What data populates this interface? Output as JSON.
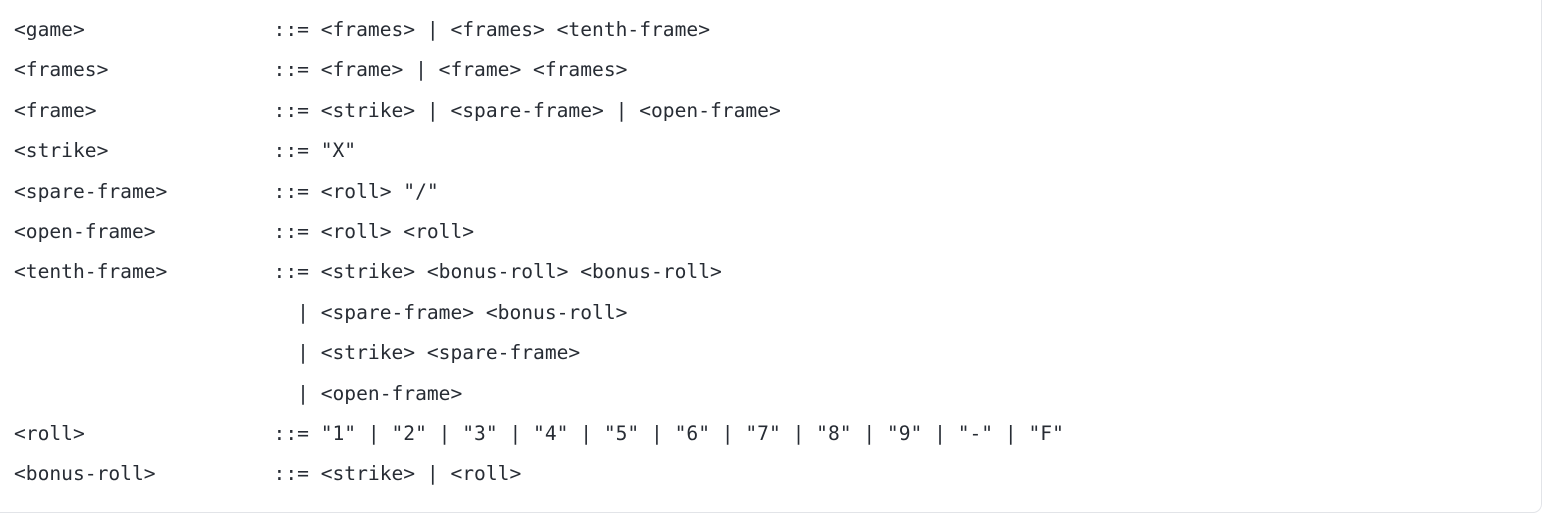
{
  "page": {
    "background_color": "#ffffff",
    "border_color": "#e2e4e8",
    "text_color": "#272c34"
  },
  "grammar": {
    "assign_op": "::=",
    "alt_op": "|",
    "layout": {
      "name_col_width": 22
    },
    "rules": [
      {
        "name": "<game>",
        "definitions": [
          "<frames> | <frames> <tenth-frame>"
        ]
      },
      {
        "name": "<frames>",
        "definitions": [
          "<frame> | <frame> <frames>"
        ]
      },
      {
        "name": "<frame>",
        "definitions": [
          "<strike> | <spare-frame> | <open-frame>"
        ]
      },
      {
        "name": "<strike>",
        "definitions": [
          "\"X\""
        ]
      },
      {
        "name": "<spare-frame>",
        "definitions": [
          "<roll> \"/\""
        ]
      },
      {
        "name": "<open-frame>",
        "definitions": [
          "<roll> <roll>"
        ]
      },
      {
        "name": "<tenth-frame>",
        "definitions": [
          "<strike> <bonus-roll> <bonus-roll>",
          "<spare-frame> <bonus-roll>",
          "<strike> <spare-frame>",
          "<open-frame>"
        ]
      },
      {
        "name": "<roll>",
        "definitions": [
          "\"1\" | \"2\" | \"3\" | \"4\" | \"5\" | \"6\" | \"7\" | \"8\" | \"9\" | \"-\" | \"F\""
        ]
      },
      {
        "name": "<bonus-roll>",
        "definitions": [
          "<strike> | <roll>"
        ]
      }
    ]
  }
}
